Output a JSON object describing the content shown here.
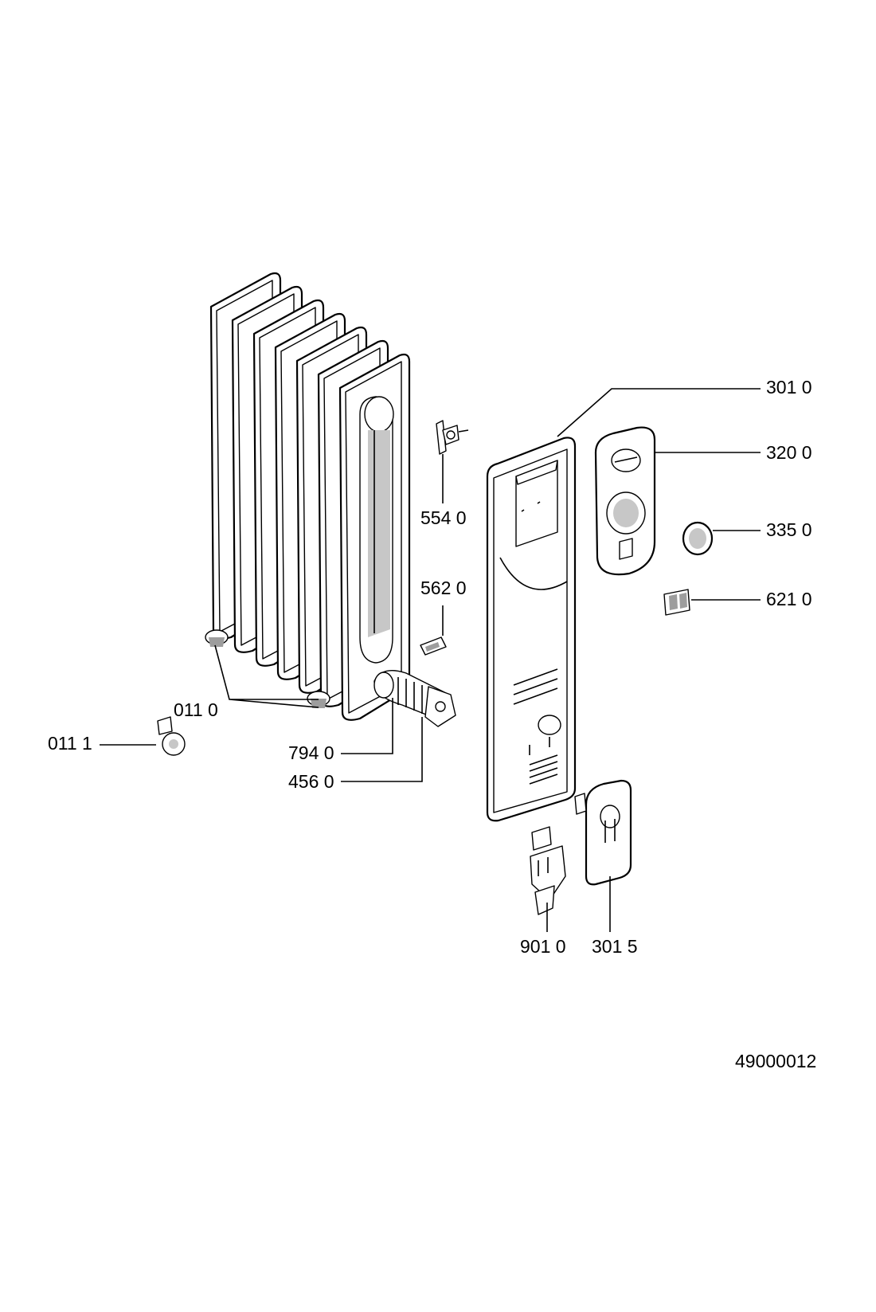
{
  "diagram": {
    "document_code": "49000012",
    "labels": {
      "p3010": "301 0",
      "p3200": "320 0",
      "p3350": "335 0",
      "p6210": "621 0",
      "p5540": "554 0",
      "p5620": "562 0",
      "p0110": "011 0",
      "p0111": "011 1",
      "p7940": "794 0",
      "p4560": "456 0",
      "p9010": "901 0",
      "p3015": "301 5"
    }
  }
}
